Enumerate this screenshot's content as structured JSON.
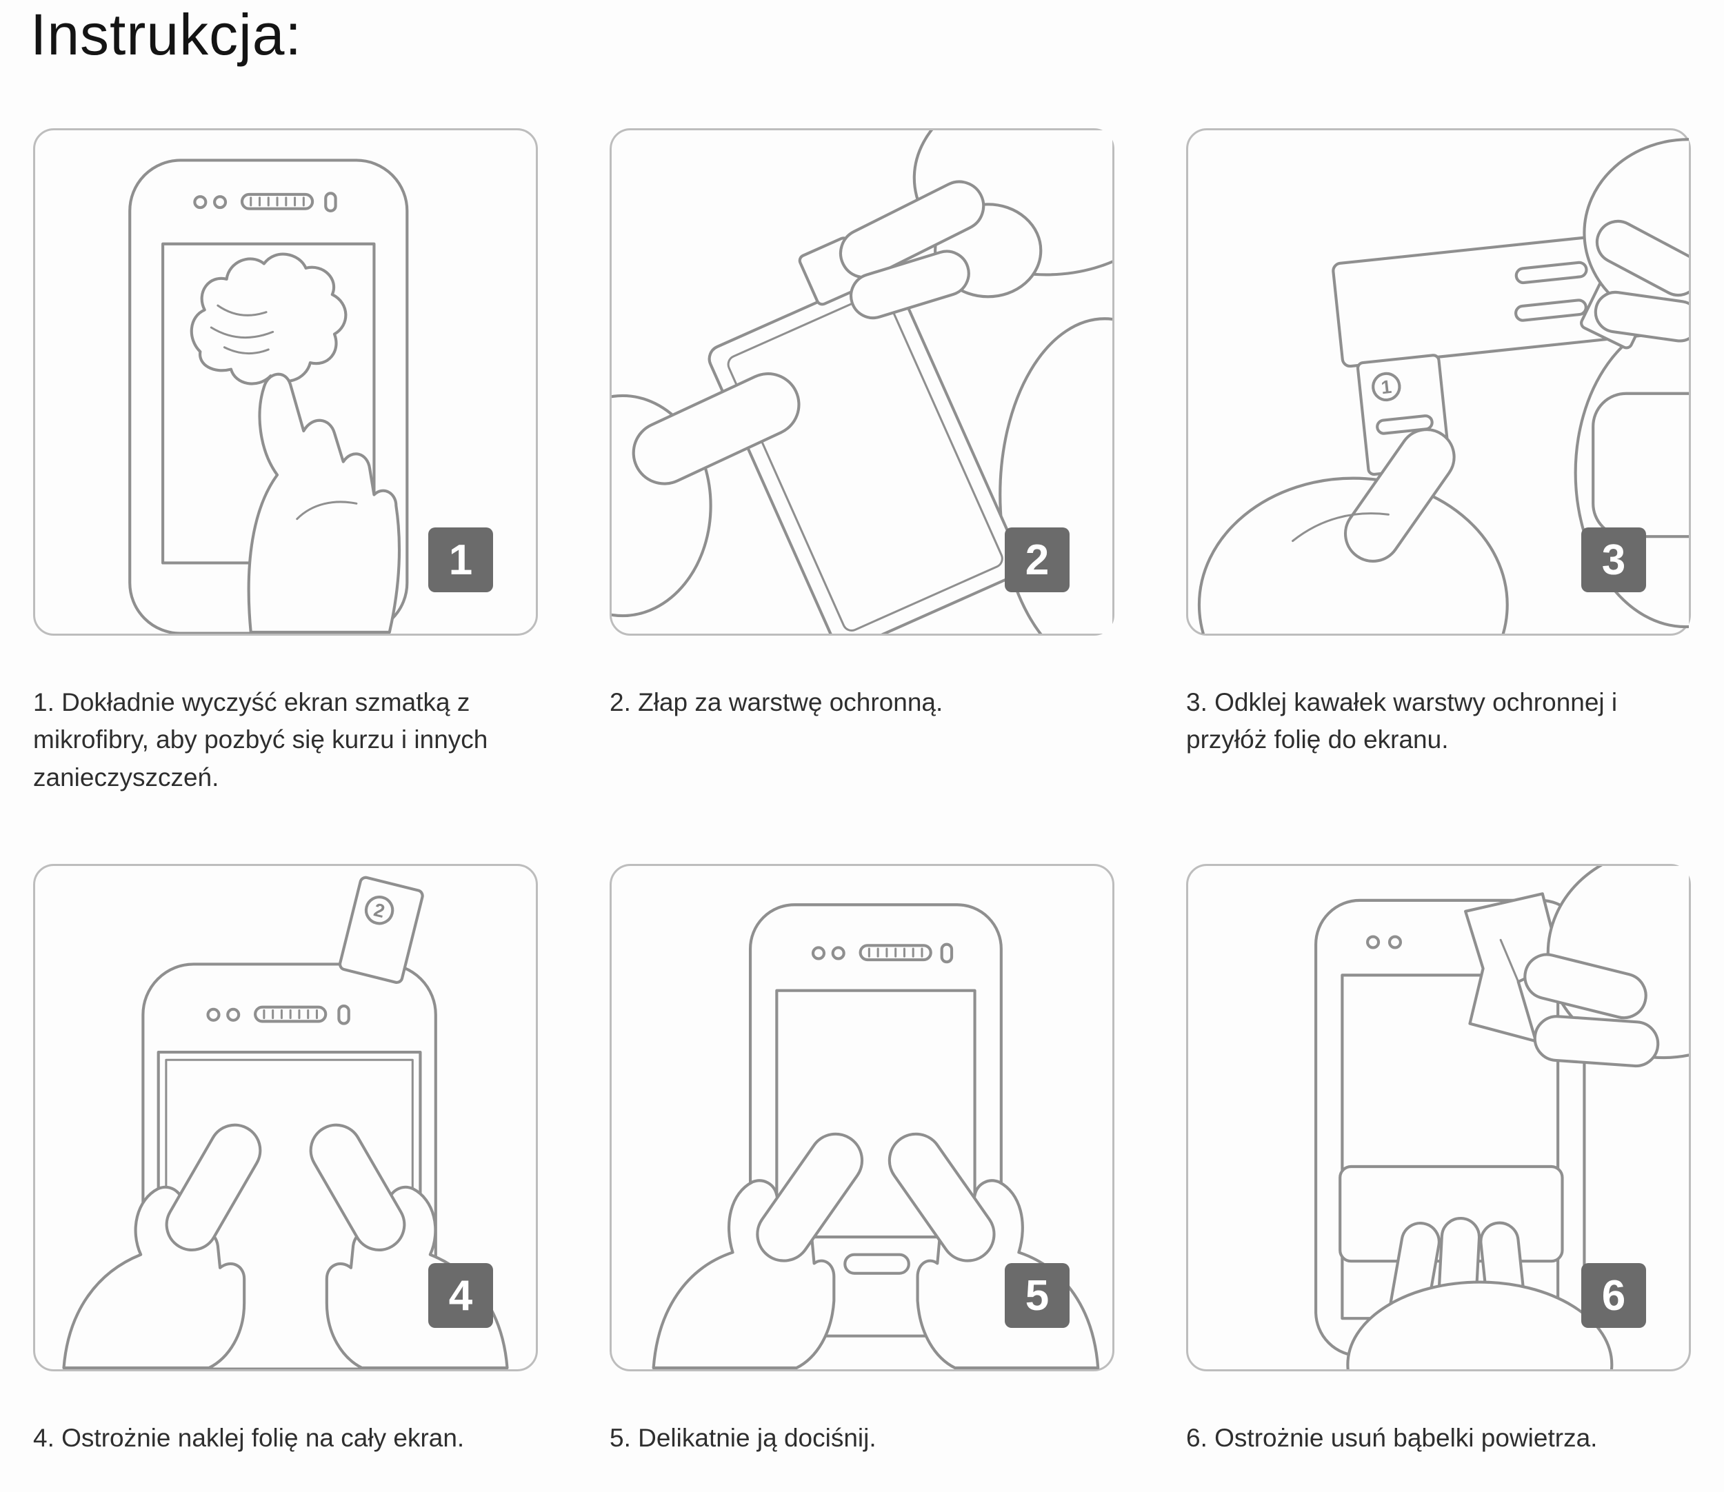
{
  "page": {
    "title": "Instrukcja:"
  },
  "colors": {
    "background": "#fdfdfd",
    "line_art": "#8f8f8f",
    "panel_border": "#bdbdbd",
    "badge_background": "#6b6b6b",
    "badge_text": "#ffffff",
    "caption_text": "#2e2e2e"
  },
  "steps": [
    {
      "number": "1",
      "caption": "1. Dokładnie wyczyść ekran szmatką z mikrofibry, aby pozbyć się kurzu i innych zanieczyszczeń.",
      "illustration": "hand-wiping-phone-screen-with-microfiber-cloth"
    },
    {
      "number": "2",
      "caption": "2. Złap za warstwę ochronną.",
      "illustration": "fingers-pinching-protective-layer-tab-of-tilted-film"
    },
    {
      "number": "3",
      "caption": "3. Odklej kawałek warstwy ochronnej i przyłóż folię do ekranu.",
      "illustration": "peeling-piece-of-protective-layer-marked-1",
      "tab_label": "1"
    },
    {
      "number": "4",
      "caption": "4. Ostrożnie naklej folię na cały ekran.",
      "illustration": "placing-foil-on-screen-with-tab-marked-2",
      "tab_label": "2"
    },
    {
      "number": "5",
      "caption": "5. Delikatnie ją dociśnij.",
      "illustration": "thumbs-pressing-foil-onto-screen"
    },
    {
      "number": "6",
      "caption": "6. Ostrożnie usuń bąbelki powietrza.",
      "illustration": "smoothing-out-air-bubbles-with-card-and-cloth"
    }
  ]
}
